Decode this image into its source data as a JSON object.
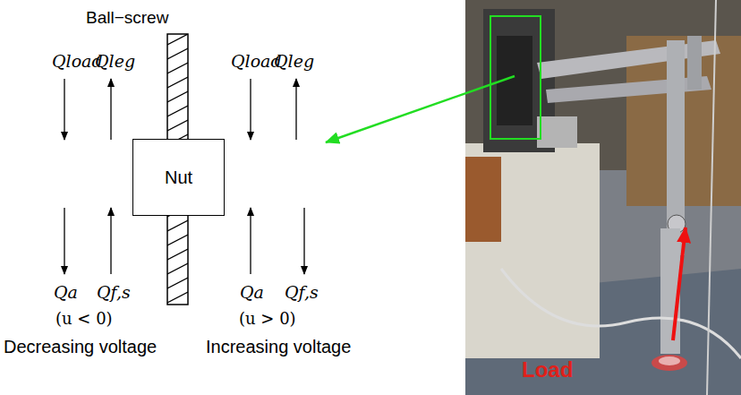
{
  "diagram": {
    "nodes": [
      {
        "text": [
          "Nut"
        ]
      }
    ],
    "labels": [
      "Ball−screw",
      "Qload",
      "Qleg",
      "Qload",
      "Qleg",
      "Qa",
      "Qf,s",
      "Qa",
      "Qf,s",
      "(u < 0)",
      "(u > 0)",
      "Decreasing voltage",
      "Increasing voltage",
      "Load"
    ]
  }
}
